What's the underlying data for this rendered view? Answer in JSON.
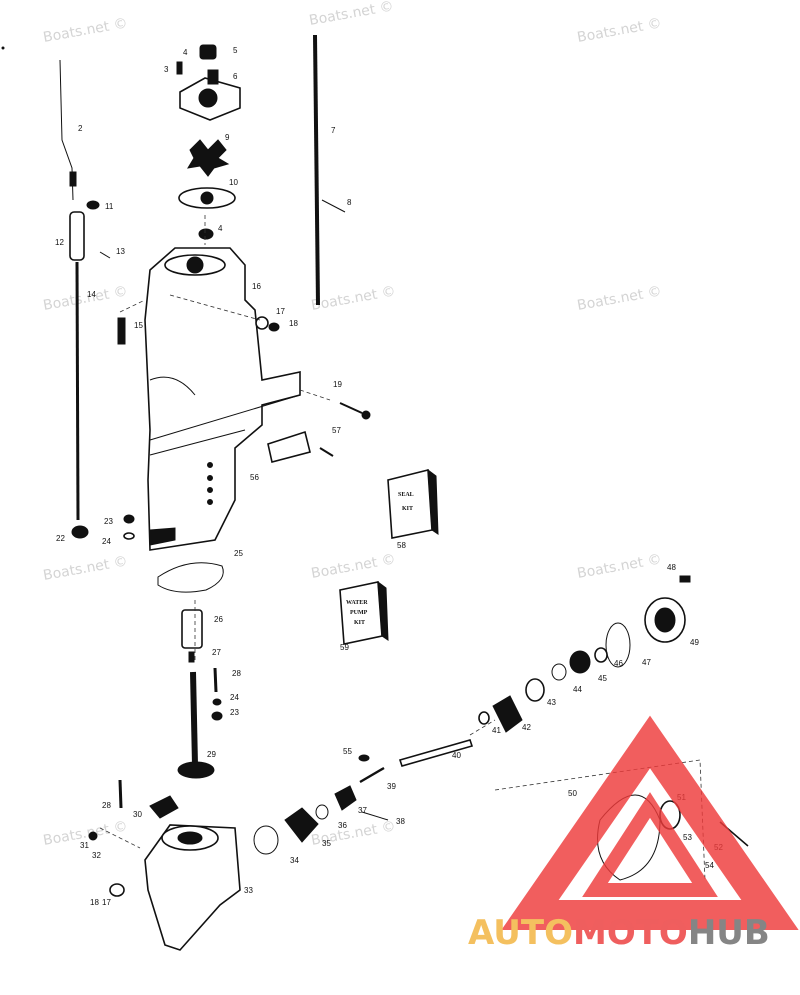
{
  "watermarks": [
    "Boats.net ©",
    "Boats.net ©",
    "Boats.net ©",
    "Boats.net ©",
    "Boats.net ©",
    "Boats.net ©",
    "Boats.net ©",
    "Boats.net ©",
    "Boats.net ©",
    "Boats.net ©",
    "Boats.net ©"
  ],
  "callouts": [
    {
      "id": "c1",
      "text": "2"
    },
    {
      "id": "c2",
      "text": "3"
    },
    {
      "id": "c3",
      "text": "4"
    },
    {
      "id": "c4",
      "text": "5"
    },
    {
      "id": "c5",
      "text": "6"
    },
    {
      "id": "c6",
      "text": "7"
    },
    {
      "id": "c7",
      "text": "8"
    },
    {
      "id": "c8",
      "text": "9"
    },
    {
      "id": "c9",
      "text": "10"
    },
    {
      "id": "c10",
      "text": "11"
    },
    {
      "id": "c11",
      "text": "12"
    },
    {
      "id": "c12",
      "text": "13"
    },
    {
      "id": "c13",
      "text": "4"
    },
    {
      "id": "c14",
      "text": "14"
    },
    {
      "id": "c15",
      "text": "16"
    },
    {
      "id": "c16",
      "text": "15"
    },
    {
      "id": "c17",
      "text": "17"
    },
    {
      "id": "c18",
      "text": "18"
    },
    {
      "id": "c19",
      "text": "19"
    },
    {
      "id": "c20",
      "text": "57"
    },
    {
      "id": "c21",
      "text": "56"
    },
    {
      "id": "c22",
      "text": "58"
    },
    {
      "id": "c23",
      "text": "23"
    },
    {
      "id": "c24",
      "text": "24"
    },
    {
      "id": "c25",
      "text": "22"
    },
    {
      "id": "c26",
      "text": "25"
    },
    {
      "id": "c27",
      "text": "26"
    },
    {
      "id": "c28",
      "text": "27"
    },
    {
      "id": "c29",
      "text": "28"
    },
    {
      "id": "c30",
      "text": "24"
    },
    {
      "id": "c31",
      "text": "23"
    },
    {
      "id": "c32",
      "text": "29"
    },
    {
      "id": "c33",
      "text": "59"
    },
    {
      "id": "c34",
      "text": "48"
    },
    {
      "id": "c35",
      "text": "49"
    },
    {
      "id": "c36",
      "text": "47"
    },
    {
      "id": "c37",
      "text": "46"
    },
    {
      "id": "c38",
      "text": "45"
    },
    {
      "id": "c39",
      "text": "44"
    },
    {
      "id": "c40",
      "text": "43"
    },
    {
      "id": "c41",
      "text": "42"
    },
    {
      "id": "c42",
      "text": "41"
    },
    {
      "id": "c43",
      "text": "40"
    },
    {
      "id": "c44",
      "text": "55"
    },
    {
      "id": "c45",
      "text": "39"
    },
    {
      "id": "c46",
      "text": "28"
    },
    {
      "id": "c47",
      "text": "30"
    },
    {
      "id": "c48",
      "text": "37"
    },
    {
      "id": "c49",
      "text": "38"
    },
    {
      "id": "c50",
      "text": "36"
    },
    {
      "id": "c51",
      "text": "35"
    },
    {
      "id": "c52",
      "text": "34"
    },
    {
      "id": "c53",
      "text": "31"
    },
    {
      "id": "c54",
      "text": "32"
    },
    {
      "id": "c55",
      "text": "33"
    },
    {
      "id": "c56",
      "text": "18"
    },
    {
      "id": "c57",
      "text": "17"
    },
    {
      "id": "c58",
      "text": "50"
    },
    {
      "id": "c59",
      "text": "51"
    },
    {
      "id": "c60",
      "text": "53"
    },
    {
      "id": "c61",
      "text": "52"
    },
    {
      "id": "c62",
      "text": "54"
    }
  ],
  "kits": {
    "seal_kit": [
      "SEAL",
      "KIT"
    ],
    "water_pump_kit": [
      "WATER",
      "PUMP",
      "KIT"
    ]
  },
  "logo": {
    "text_auto": "AUTO",
    "text_moto": "MOTO",
    "text_hub": "HUB",
    "color_auto": "#f2b33d",
    "color_moto": "#ec3b3b",
    "color_hub": "#6b6b6b",
    "triangle_color": "#ee3b3b"
  }
}
